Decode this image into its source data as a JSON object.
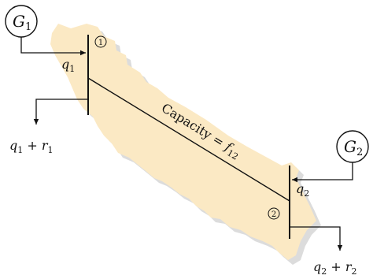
{
  "nodes": {
    "gen1": {
      "label": "G",
      "subscript": "1"
    },
    "gen2": {
      "label": "G",
      "subscript": "2"
    },
    "bus1": {
      "marker": "1"
    },
    "bus2": {
      "marker": "2"
    }
  },
  "flows": {
    "q1": {
      "label": "q",
      "subscript": "1"
    },
    "q2": {
      "label": "q",
      "subscript": "2"
    },
    "load1": {
      "q": "q",
      "q_sub": "1",
      "op": " + ",
      "r": "r",
      "r_sub": "1"
    },
    "load2": {
      "q": "q",
      "q_sub": "2",
      "op": " + ",
      "r": "r",
      "r_sub": "2"
    }
  },
  "line": {
    "prefix": "Capacity = ",
    "symbol": "f",
    "subscript": "12"
  },
  "colors": {
    "region_fill": "#fbe9c4",
    "region_shadow": "#dcdcdc",
    "ink": "#111111"
  }
}
